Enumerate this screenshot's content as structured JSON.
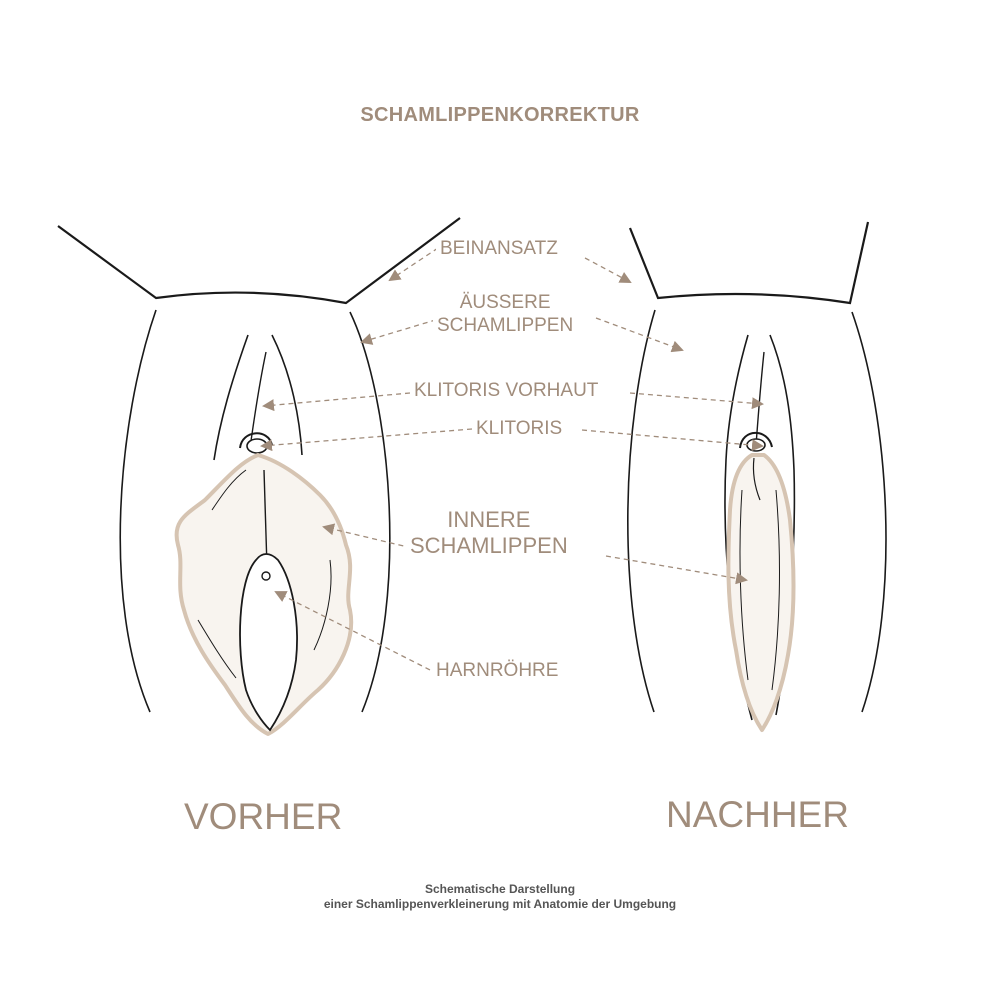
{
  "title": "SCHAMLIPPENKORREKTUR",
  "labels": {
    "beinansatz": "BEINANSATZ",
    "aeussere_line1": "ÄUSSERE",
    "aeussere_line2": "SCHAMLIPPEN",
    "klitoris_vorhaut": "KLITORIS VORHAUT",
    "klitoris": "KLITORIS",
    "innere_line1": "INNERE",
    "innere_line2": "SCHAMLIPPEN",
    "harnroehre": "HARNRÖHRE"
  },
  "before_label": "VORHER",
  "after_label": "NACHHER",
  "caption_line1": "Schematische Darstellung",
  "caption_line2": "einer Schamlippenverkleinerung mit Anatomie der Umgebung",
  "colors": {
    "accent": "#a08c7b",
    "labia_fill": "#f7f3ee",
    "labia_stroke": "#d6c4b2",
    "line": "#1a1a1a",
    "caption": "#555555"
  }
}
